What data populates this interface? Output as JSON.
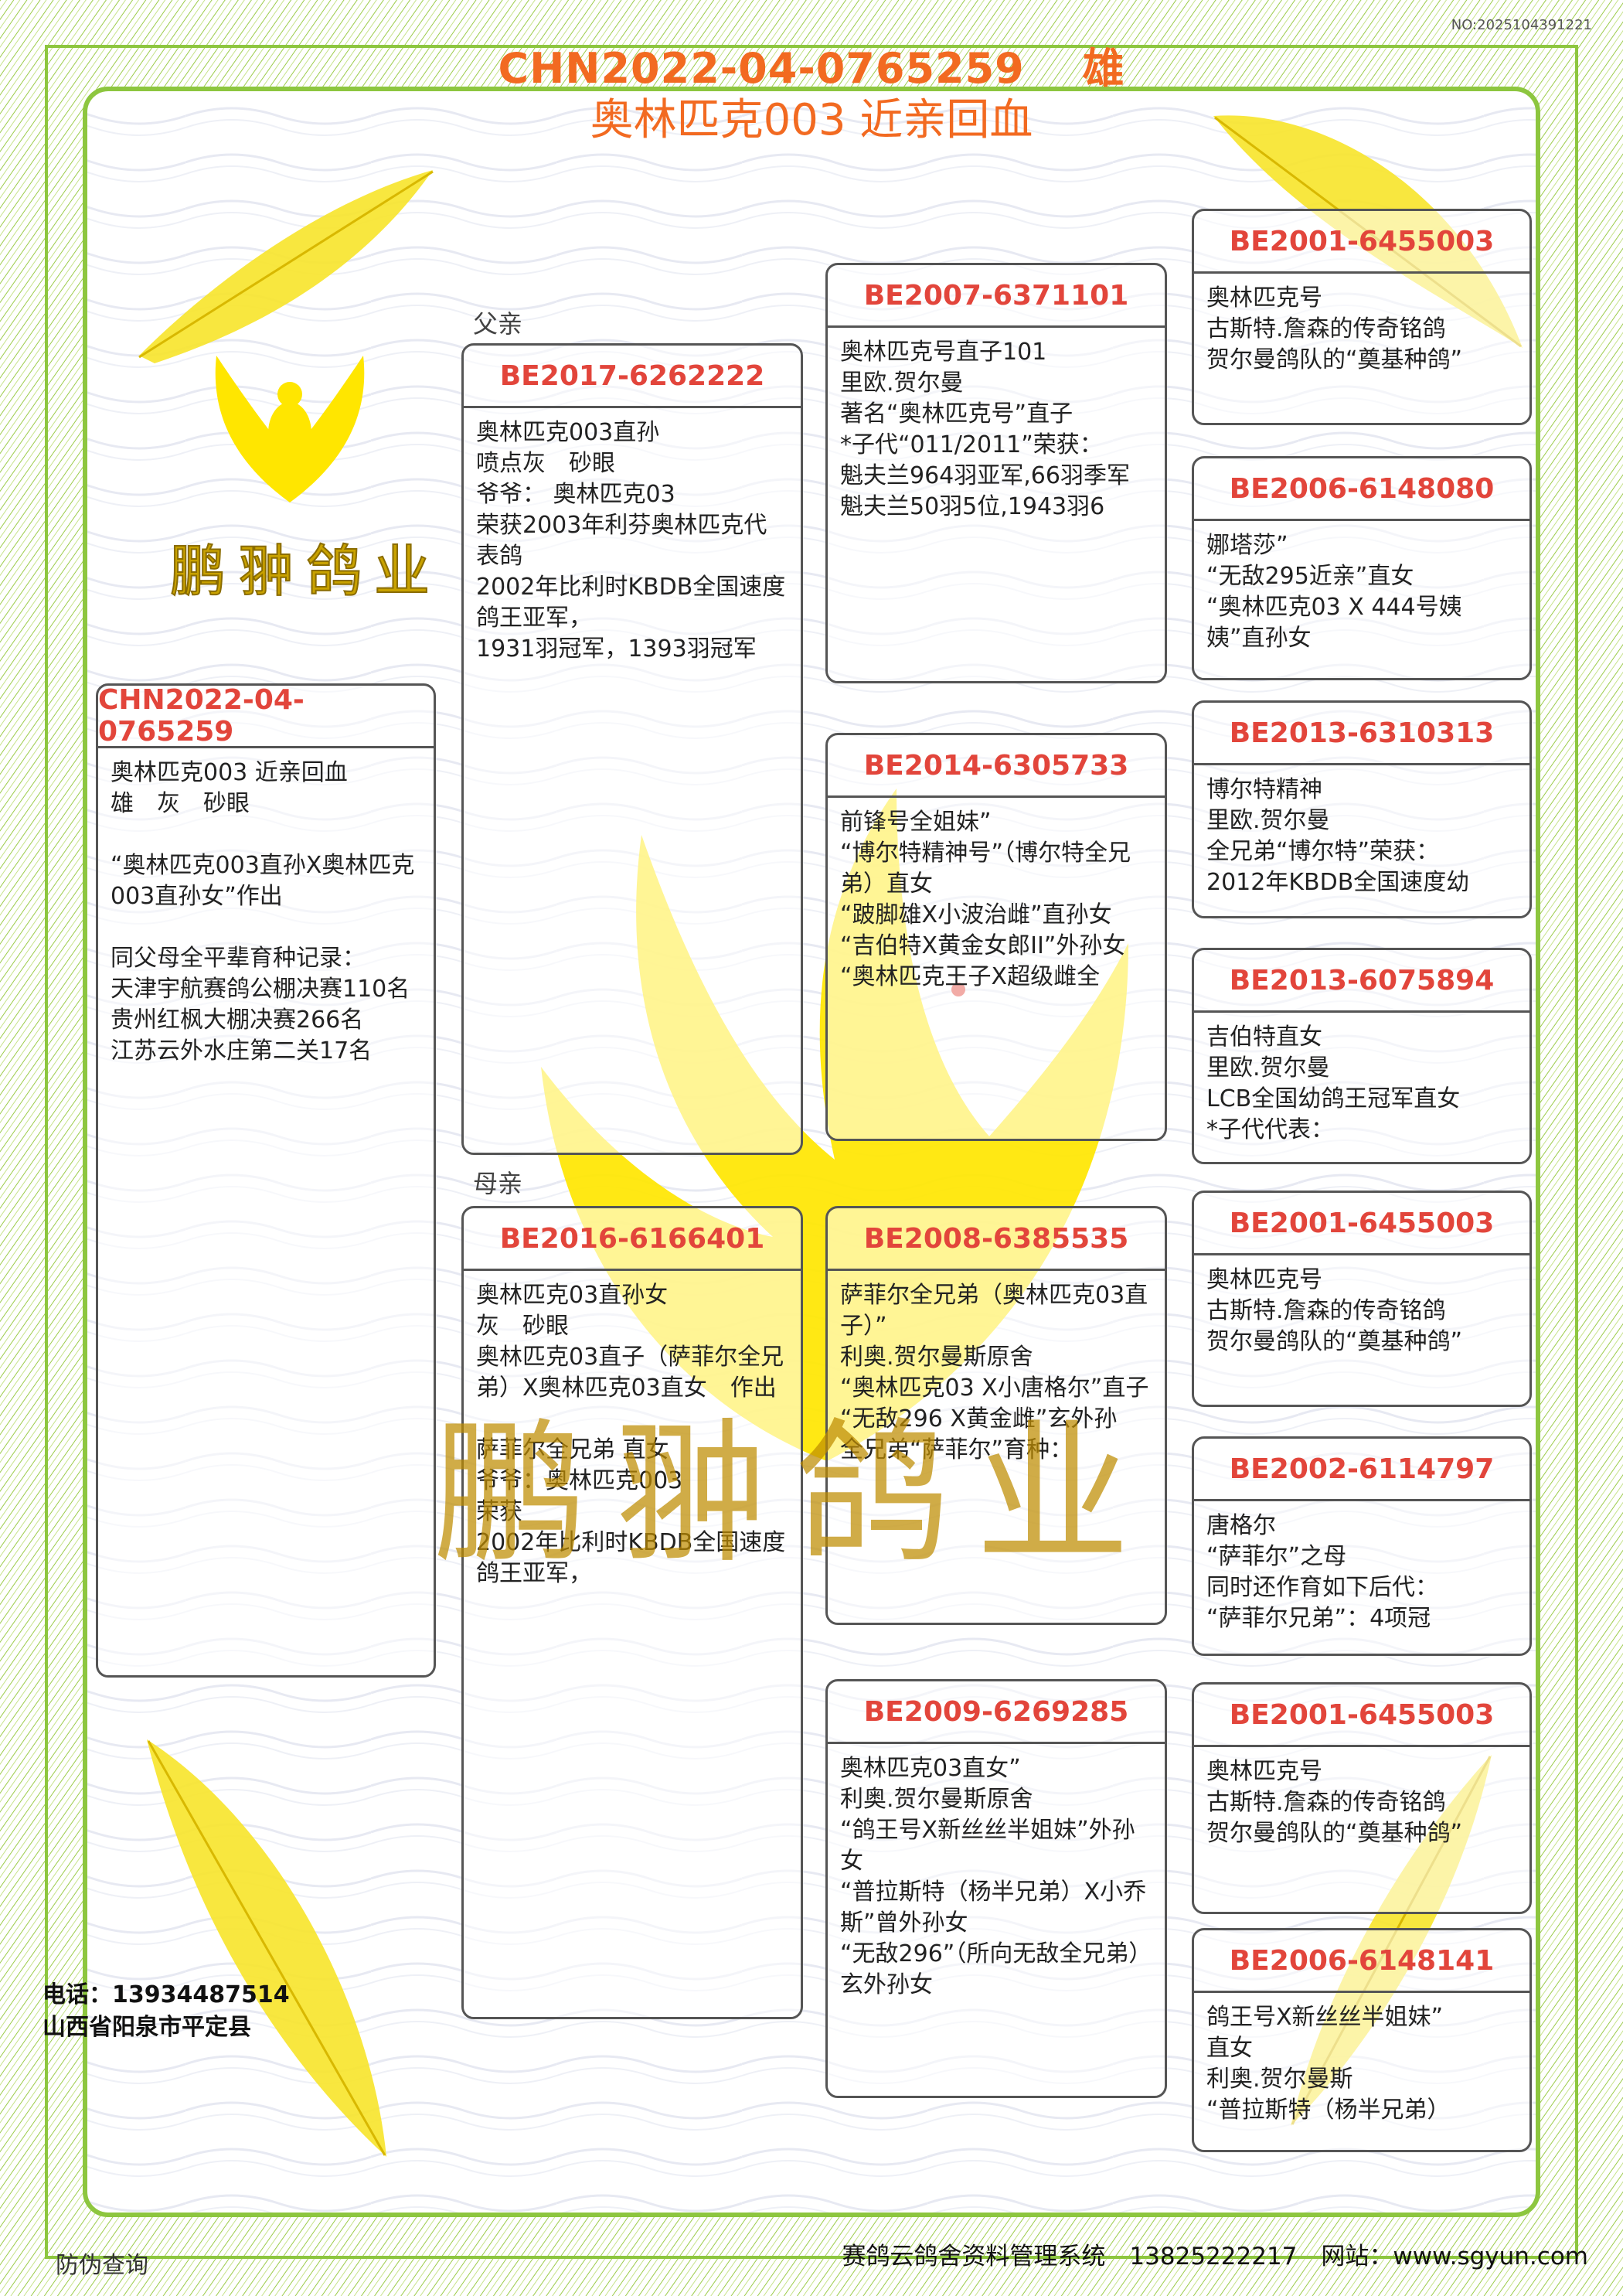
{
  "document_no": "NO:2025104391221",
  "title": {
    "ring_number_sex": "CHN2022-04-0765259　 雄",
    "name": "奥林匹克003 近亲回血"
  },
  "labels": {
    "father": "父亲",
    "mother": "母亲"
  },
  "brand": {
    "logo_text": "鹏翀鸽业",
    "watermark": "鹏翀鸽业"
  },
  "subject": {
    "ring": "CHN2022-04-0765259",
    "text": "奥林匹克003 近亲回血\n雄　灰　砂眼\n\n“奥林匹克003直孙X奥林匹克003直孙女”作出\n\n同父母全平辈育种记录：\n天津宇航赛鸽公棚决赛110名\n贵州红枫大棚决赛266名\n江苏云外水庄第二关17名"
  },
  "father": {
    "ring": "BE2017-6262222",
    "text": "奥林匹克003直孙\n喷点灰　砂眼\n爷爷： 奥林匹克03\n荣获2003年利芬奥林匹克代表鸽\n2002年比利时KBDB全国速度鸽王亚军，\n1931羽冠军，1393羽冠军"
  },
  "mother": {
    "ring": "BE2016-6166401",
    "text": "奥林匹克03直孙女\n灰　砂眼\n奥林匹克03直子（萨菲尔全兄弟）X奥林匹克03直女　作出\n\n萨菲尔全兄弟 直女\n爷爷：奥林匹克003\n荣获\n2002年比利时KBDB全国速度鸽王亚军，"
  },
  "grandparents": [
    {
      "ring": "BE2007-6371101",
      "text": "奥林匹克号直子101\n里欧.贺尔曼\n著名“奥林匹克号”直子\n*子代“011/2011”荣获：\n魁夫兰964羽亚军,66羽季军\n魁夫兰50羽5位,1943羽6"
    },
    {
      "ring": "BE2014-6305733",
      "text": "前锋号全姐妹”\n“博尔特精神号”（博尔特全兄弟）直女\n“跛脚雄X小波治雌”直孙女\n“吉伯特X黄金女郎II”外孙女\n“奥林匹克王子X超级雌全"
    },
    {
      "ring": "BE2008-6385535",
      "text": "萨菲尔全兄弟（奥林匹克03直子）”\n利奥.贺尔曼斯原舍\n“奥林匹克03 X小唐格尔”直子\n“无敌296 X黄金雌”玄外孙\n全兄弟“萨菲尔”育种："
    },
    {
      "ring": "BE2009-6269285",
      "text": "奥林匹克03直女”\n利奥.贺尔曼斯原舍\n“鸽王号X新丝丝半姐妹”外孙女\n“普拉斯特（杨半兄弟）X小乔斯”曾外孙女\n“无敌296”（所向无敌全兄弟）玄外孙女"
    }
  ],
  "great_grandparents": [
    {
      "ring": "BE2001-6455003",
      "text": "奥林匹克号\n古斯特.詹森的传奇铭鸽\n贺尔曼鸽队的“奠基种鸽”"
    },
    {
      "ring": "BE2006-6148080",
      "text": "娜塔莎”\n“无敌295近亲”直女\n“奥林匹克03 X 444号姨姨”直孙女"
    },
    {
      "ring": "BE2013-6310313",
      "text": "博尔特精神\n里欧.贺尔曼\n全兄弟“博尔特”荣获：\n2012年KBDB全国速度幼"
    },
    {
      "ring": "BE2013-6075894",
      "text": "吉伯特直女\n里欧.贺尔曼\nLCB全国幼鸽王冠军直女\n*子代代表："
    },
    {
      "ring": "BE2001-6455003",
      "text": "奥林匹克号\n古斯特.詹森的传奇铭鸽\n贺尔曼鸽队的“奠基种鸽”"
    },
    {
      "ring": "BE2002-6114797",
      "text": "唐格尔\n“萨菲尔”之母\n同时还作育如下后代：\n“萨菲尔兄弟”：4项冠"
    },
    {
      "ring": "BE2001-6455003",
      "text": "奥林匹克号\n古斯特.詹森的传奇铭鸽\n贺尔曼鸽队的“奠基种鸽”"
    },
    {
      "ring": "BE2006-6148141",
      "text": "鸽王号X新丝丝半姐妹”\n直女\n利奥.贺尔曼斯\n“普拉斯特（杨半兄弟）"
    }
  ],
  "contact": {
    "phone": "电话：13934487514",
    "address": "山西省阳泉市平定县"
  },
  "footer": {
    "anti_fake": "防伪查询",
    "system": "赛鸽云鸽舍资料管理系统　13825222217　网站：www.sgyun.com"
  },
  "colors": {
    "title": "#f26a21",
    "ring": "#e2453b",
    "border_green": "#8dc63f",
    "feather": "#f7e42a"
  }
}
